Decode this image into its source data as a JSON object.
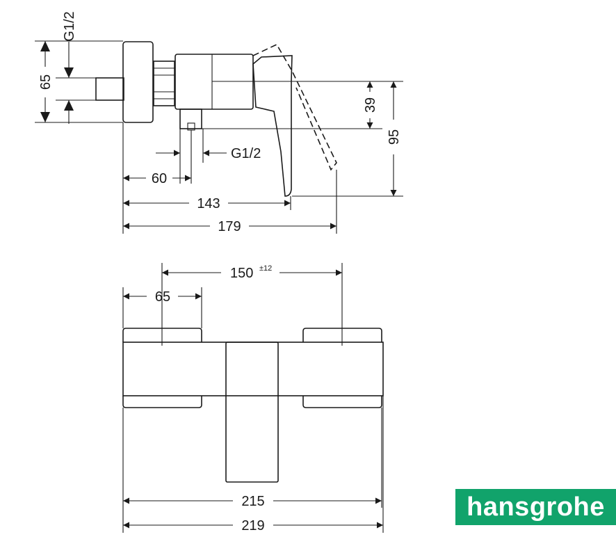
{
  "side_view": {
    "thread_top": "G1/2",
    "dim_65": "65",
    "thread_bottom": "G1/2",
    "dim_60": "60",
    "dim_143": "143",
    "dim_179": "179",
    "dim_39": "39",
    "dim_95": "95"
  },
  "front_view": {
    "dim_150": "150",
    "dim_150_tol": "±12",
    "dim_65": "65",
    "dim_215": "215",
    "dim_219": "219"
  },
  "brand": {
    "name": "hansgrohe",
    "color": "#11a36b"
  }
}
